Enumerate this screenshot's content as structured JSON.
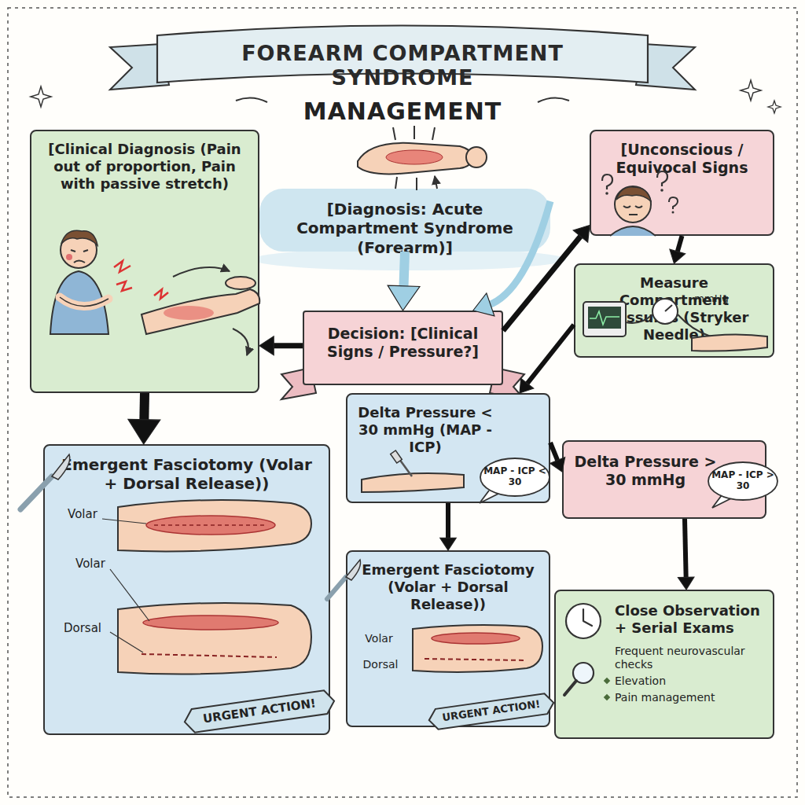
{
  "diagram": {
    "title": "FOREARM COMPARTMENT SYNDROME",
    "nodes": [
      {
        "text": [
          "[Diagnosis: Acute Compartment Syndrome (Forearm)]"
        ]
      },
      {
        "text": [
          "Decision: [Clinical Signs / Pressure?]"
        ]
      },
      {
        "text": [
          "[Clinical Diagnosis (Pain out of proportion, Pain with passive stretch)"
        ]
      },
      {
        "text": [
          "[Unconscious / Equivocal Signs"
        ]
      },
      {
        "text": [
          "Measure Compartment Pressures (Stryker Needle)"
        ]
      },
      {
        "text": [
          "Delta Pressure < 30 mmHg (MAP - ICP)"
        ]
      },
      {
        "text": [
          "Delta Pressure > 30 mmHg"
        ]
      },
      {
        "text": [
          "Emergent Fasciotomy (Volar + Dorsal Release))"
        ]
      },
      {
        "text": [
          "Emergent Fasciotomy (Volar + Dorsal Release))"
        ]
      },
      {
        "text": [
          "Close Observation + Serial Exams",
          "Frequent neurovascular checks",
          "Elevation",
          "Pain management"
        ]
      }
    ],
    "edges": [
      {
        "from": 0,
        "to": 1,
        "arrow": "to"
      },
      {
        "from": 0,
        "to": 1,
        "arrow": "to"
      },
      {
        "from": 1,
        "to": 2,
        "arrow": "to"
      },
      {
        "from": 1,
        "to": 3,
        "arrow": "to"
      },
      {
        "from": 2,
        "to": 7,
        "arrow": "to"
      },
      {
        "from": 3,
        "to": 4,
        "arrow": "to"
      },
      {
        "from": 4,
        "to": 5,
        "arrow": "to"
      },
      {
        "from": 5,
        "to": 8,
        "arrow": "to"
      },
      {
        "from": 5,
        "to": 6,
        "arrow": "to"
      },
      {
        "from": 6,
        "to": 9,
        "arrow": "to"
      }
    ],
    "labels": [
      "MANAGEMENT",
      "mmHg",
      "MAP - ICP < 30",
      "Volar",
      "Volar",
      "Dorsal",
      "URGENT ACTION!",
      "Volar",
      "Dorsal",
      "URGENT ACTION!",
      "MAP - ICP > 30"
    ]
  }
}
